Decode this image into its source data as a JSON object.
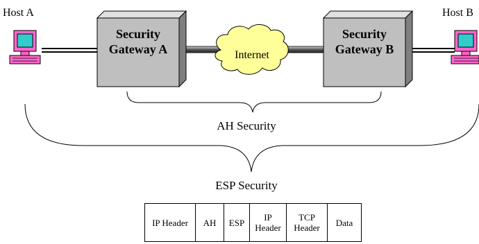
{
  "hosts": {
    "a_label": "Host A",
    "b_label": "Host B"
  },
  "gateways": {
    "a_label": "Security Gateway A",
    "b_label": "Security Gateway B"
  },
  "internet_label": "Internet",
  "scopes": {
    "ah_label": "AH Security",
    "esp_label": "ESP Security"
  },
  "packet": {
    "fields": [
      "IP Header",
      "AH",
      "ESP",
      "IP Header",
      "TCP Header",
      "Data"
    ]
  },
  "colors": {
    "gateway_fill": "#bfbfbf",
    "cloud_fill": "#ffff99",
    "computer_fill": "#ff66cc",
    "screen_fill": "#33cccc"
  }
}
